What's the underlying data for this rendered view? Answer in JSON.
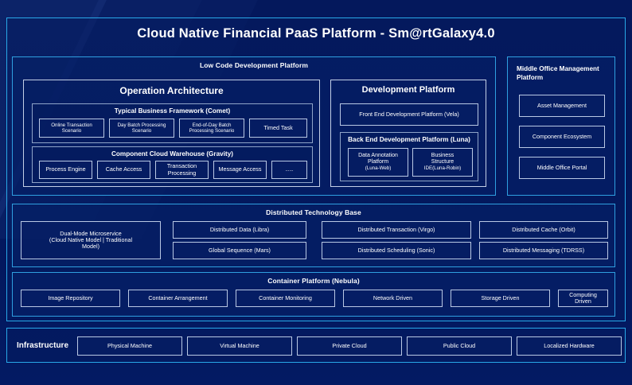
{
  "title": "Cloud Native Financial PaaS Platform - Sm@rtGalaxy4.0",
  "colors": {
    "background": "#03195e",
    "accent_border": "#28a8e8",
    "panel_border": "#2f9fe0",
    "box_border": "#b9c8e4",
    "text": "#ffffff"
  },
  "low_code": {
    "title": "Low Code Development Platform",
    "operation_architecture": {
      "title": "Operation Architecture",
      "typical_business_framework": {
        "title": "Typical Business Framework (Comet)",
        "items": [
          "Online Transaction Scenario",
          "Day Batch Processing Scenario",
          "End-of-Day Batch Processing Scenario",
          "Timed Task"
        ]
      },
      "component_cloud_warehouse": {
        "title": "Component Cloud Warehouse (Gravity)",
        "items": [
          "Process Engine",
          "Cache Access",
          "Transaction Processing",
          "Message Access",
          "......"
        ]
      }
    },
    "development_platform": {
      "title": "Development Platform",
      "front_end": "Front End Development Platform (Vela)",
      "back_end": {
        "title": "Back End Development Platform (Luna)",
        "items": [
          {
            "line1": "Data Annotation",
            "line2": "Platform",
            "sub": "(Luna-Web)"
          },
          {
            "line1": "Business",
            "line2": "Structure",
            "sub": "IDE(Luna-Robin)"
          }
        ]
      }
    }
  },
  "middle_office": {
    "title": "Middle Office Management Platform",
    "items": [
      "Asset Management",
      "Component Ecosystem",
      "Middle Office Portal"
    ]
  },
  "distributed_base": {
    "title": "Distributed Technology Base",
    "dual_mode": {
      "line1": "Dual-Mode Microservice",
      "line2": "(Cloud Native Model | Traditional",
      "line3": "Model)"
    },
    "grid": [
      [
        "Distributed Data (Libra)",
        "Distributed Transaction (Virgo)",
        "Distributed Cache (Orbit)"
      ],
      [
        "Global Sequence (Mars)",
        "Distributed Scheduling (Sonic)",
        "Distributed Messaging (TDRSS)"
      ]
    ]
  },
  "container_platform": {
    "title": "Container Platform (Nebula)",
    "items": [
      "Image Repository",
      "Container Arrangement",
      "Container Monitoring",
      "Network Driven",
      "Storage Driven",
      "Computing Driven"
    ]
  },
  "infrastructure": {
    "label": "Infrastructure",
    "items": [
      "Physical Machine",
      "Virtual Machine",
      "Private Cloud",
      "Public Cloud",
      "Localized Hardware"
    ]
  }
}
